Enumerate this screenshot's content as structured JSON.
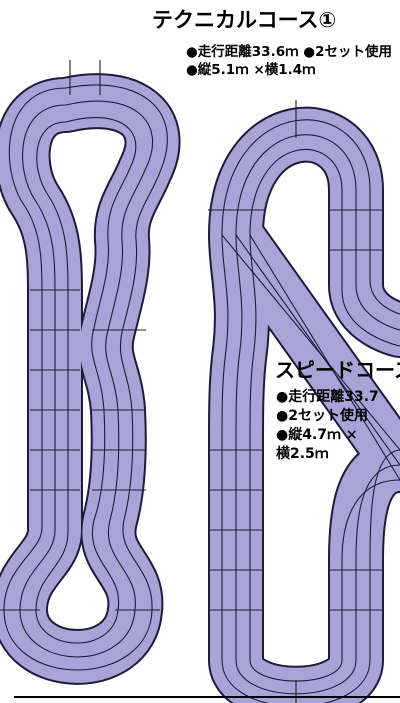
{
  "course1": {
    "title": "テクニカルコース①",
    "line1": "●走行距離33.6ｍ ●2セット使用",
    "line2": "●縦5.1ｍ ×横1.4ｍ"
  },
  "course2": {
    "title": "スピードコース",
    "line1": "●走行距離33.7",
    "line2": "●2セット使用",
    "line3": "●縦4.7ｍ ×",
    "line4": "横2.5ｍ"
  },
  "colors": {
    "track": "#a9a4d8",
    "outline": "#1c1c3a",
    "background": "#ffffff"
  }
}
